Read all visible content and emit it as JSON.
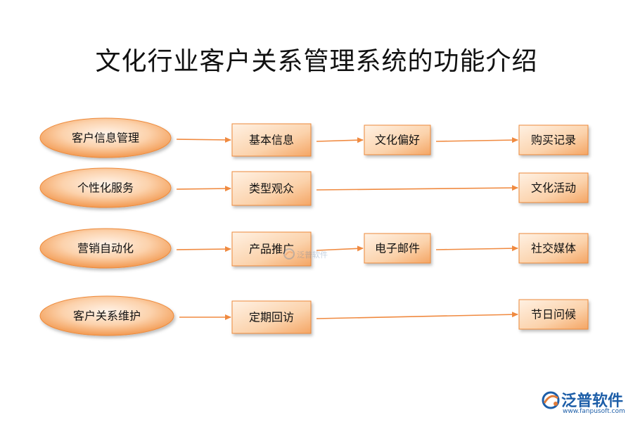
{
  "title": "文化行业客户关系管理系统的功能介绍",
  "colors": {
    "fill_light": "#fde3c8",
    "fill_dark": "#f4a261",
    "border": "#ee8a3a",
    "arrow": "#f08a40",
    "text": "#111111",
    "brand": "#1d5ea8"
  },
  "diagram": {
    "categories": [
      {
        "id": "customer-info",
        "label": "客户信息管理"
      },
      {
        "id": "personalized",
        "label": "个性化服务"
      },
      {
        "id": "marketing",
        "label": "营销自动化"
      },
      {
        "id": "maintenance",
        "label": "客户关系维护"
      }
    ],
    "boxes": [
      {
        "id": "basic-info",
        "label": "基本信息"
      },
      {
        "id": "culture-pref",
        "label": "文化偏好"
      },
      {
        "id": "purchase-record",
        "label": "购买记录"
      },
      {
        "id": "audience-type",
        "label": "类型观众"
      },
      {
        "id": "culture-event",
        "label": "文化活动"
      },
      {
        "id": "product-promo",
        "label": "产品推广"
      },
      {
        "id": "email",
        "label": "电子邮件"
      },
      {
        "id": "social-media",
        "label": "社交媒体"
      },
      {
        "id": "regular-visit",
        "label": "定期回访"
      },
      {
        "id": "holiday-greet",
        "label": "节日问候"
      }
    ],
    "edges": [
      [
        "customer-info",
        "basic-info"
      ],
      [
        "basic-info",
        "culture-pref"
      ],
      [
        "culture-pref",
        "purchase-record"
      ],
      [
        "personalized",
        "audience-type"
      ],
      [
        "audience-type",
        "culture-event"
      ],
      [
        "marketing",
        "product-promo"
      ],
      [
        "product-promo",
        "email"
      ],
      [
        "email",
        "social-media"
      ],
      [
        "maintenance",
        "regular-visit"
      ],
      [
        "regular-visit",
        "holiday-greet"
      ]
    ]
  },
  "watermark": {
    "brand": "泛普软件",
    "url": "www.fanpusoft.com",
    "center_text": "泛普软件"
  }
}
